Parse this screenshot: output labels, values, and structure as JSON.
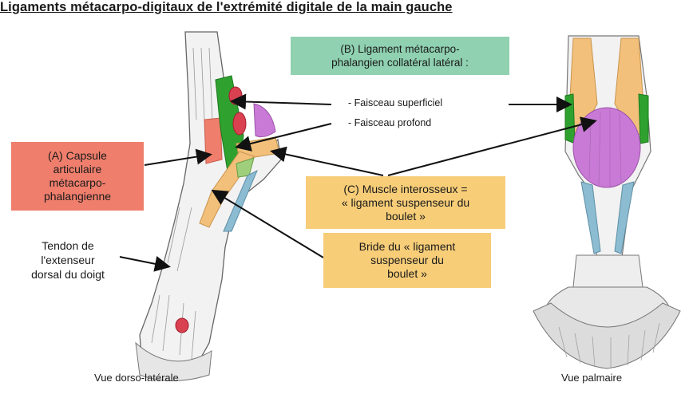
{
  "title": "Ligaments métacarpo-digitaux de l'extrémité digitale de la main gauche",
  "boxes": {
    "a": [
      "(A) Capsule",
      "articulaire",
      "métacarpo-",
      "phalangienne"
    ],
    "b": [
      "(B) Ligament métacarpo-",
      "phalangien collatéral latéral :"
    ],
    "c": [
      "(C) Muscle interosseux =",
      "« ligament suspenseur du",
      "boulet »"
    ],
    "d": [
      "Bride du « ligament",
      "suspenseur du",
      "boulet »"
    ]
  },
  "labels": {
    "faisceau_superficiel": "- Faisceau superficiel",
    "faisceau_profond": "- Faisceau profond",
    "tendon": [
      "Tendon de",
      "l'extenseur",
      "dorsal du doigt"
    ]
  },
  "captions": {
    "left": "Vue dorso-latérale",
    "right": "Vue palmaire"
  },
  "colors": {
    "capsule": "#ef7e6c",
    "ligament_collateral": "#8fd1b0",
    "interosseux": "#f7cd78",
    "green_ligament": "#2fa12f",
    "purple": "#c97ad6",
    "blue_tendon": "#8bbcd1"
  }
}
